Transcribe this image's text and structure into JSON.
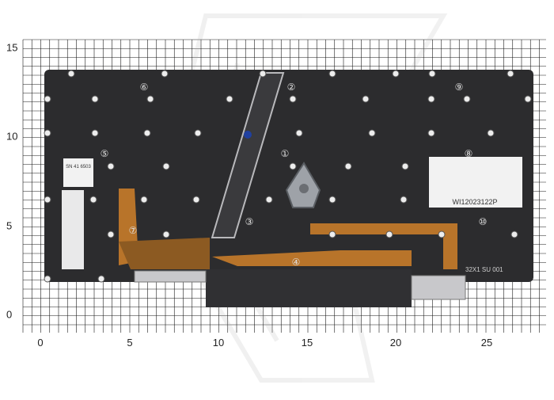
{
  "axes": {
    "x_ticks": [
      "0",
      "5",
      "10",
      "15",
      "20",
      "25"
    ],
    "y_ticks": [
      "15",
      "10",
      "5",
      "0"
    ]
  },
  "photo": {
    "subject": "keyboard-backside",
    "label_sticker_text": "WI12023122P",
    "part_label_text": "32X1 SU 001",
    "top_sticker_text": "SN 41 6503",
    "callouts": [
      "①",
      "②",
      "③",
      "④",
      "⑤",
      "⑥",
      "⑦",
      "⑧",
      "⑨",
      "⑩"
    ],
    "colors": {
      "keyboard": "#2c2c2e",
      "flex_cable": "#b8742a",
      "sticker": "#f2f2f2",
      "grid": "#1a1a1a"
    }
  }
}
